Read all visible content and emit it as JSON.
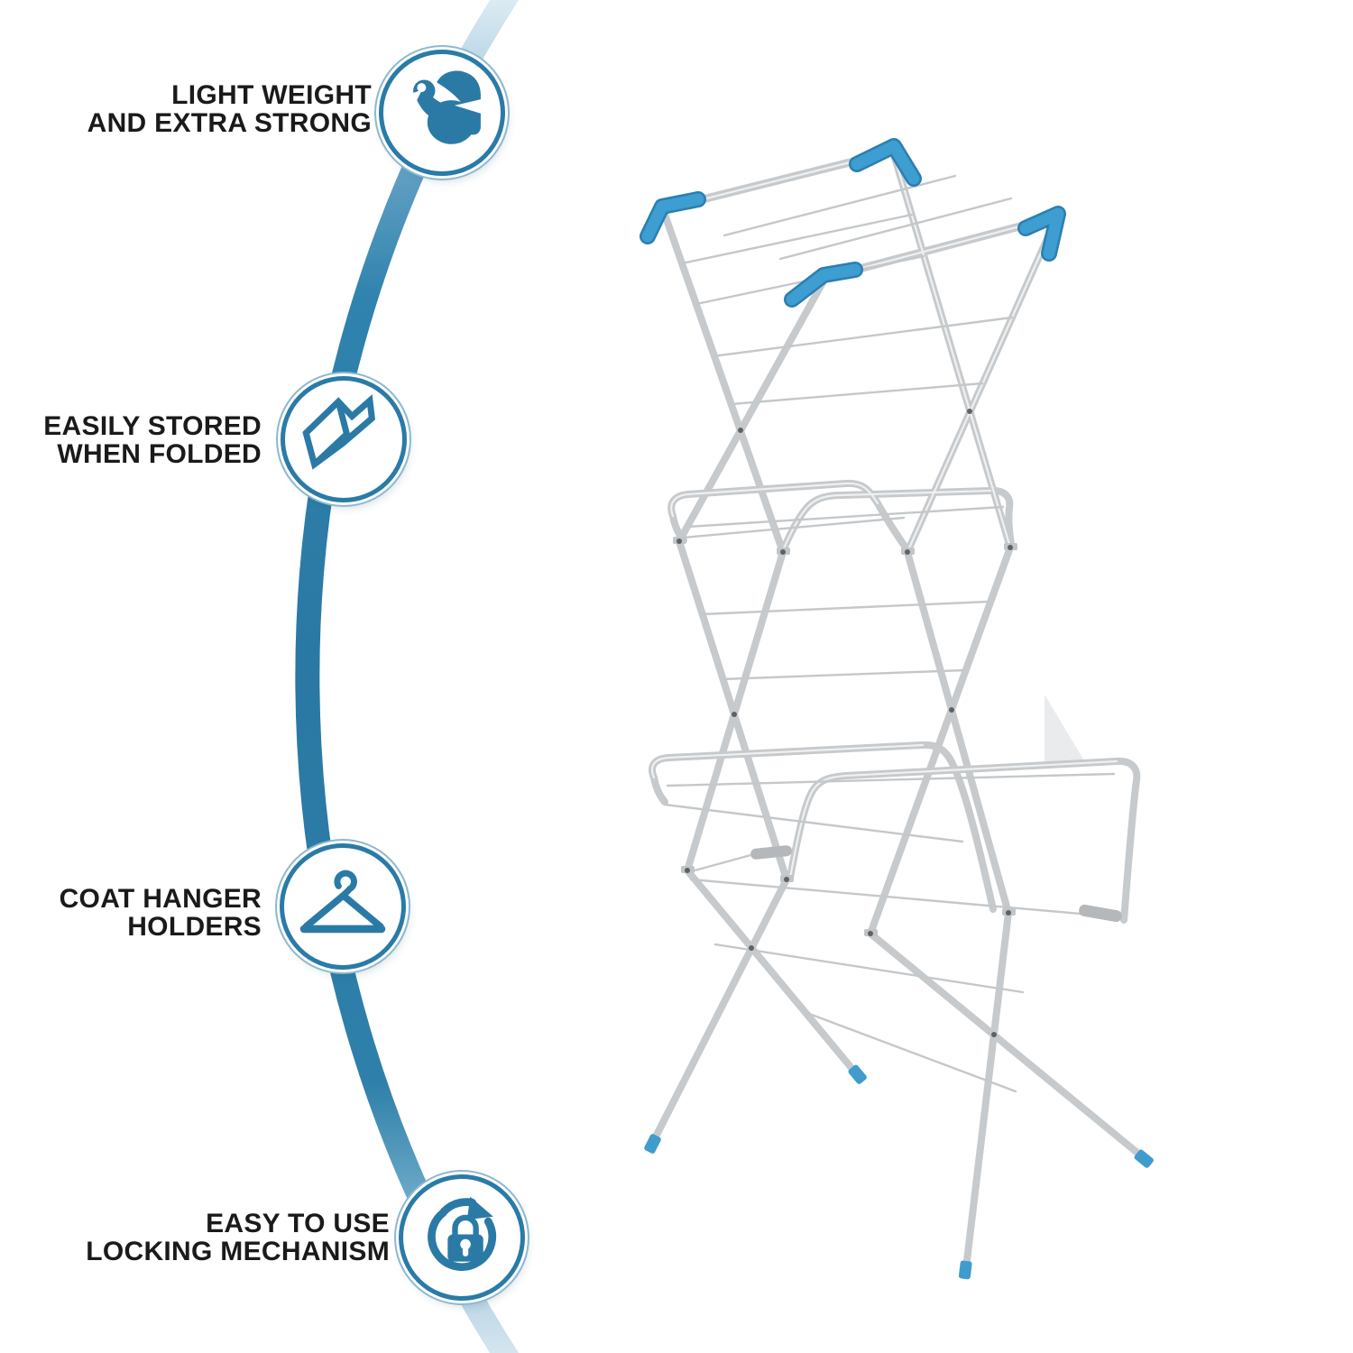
{
  "title": "Clothes drying rack feature infographic",
  "features": [
    {
      "line1": "LIGHT WEIGHT",
      "line2": "AND EXTRA STRONG",
      "icon": "muscle-icon"
    },
    {
      "line1": "EASILY STORED",
      "line2": "WHEN FOLDED",
      "icon": "folded-panels-icon"
    },
    {
      "line1": "COAT HANGER",
      "line2": "HOLDERS",
      "icon": "coat-hanger-icon"
    },
    {
      "line1": "EASY TO USE",
      "line2": "LOCKING MECHANISM",
      "icon": "lock-rotate-icon"
    }
  ],
  "product": {
    "description": "3-tier folding concertina clothes drying rack with blue corner caps and feet"
  },
  "colors": {
    "accent_blue": "#2a7ba7",
    "icon_glyph_blue": "#2b7aa6",
    "curve_mid_blue": "#2878a4",
    "curve_light_blue": "#cfe2ec",
    "cap_blue": "#3e9dd1",
    "foot_blue": "#4aa3d0",
    "tube_grey": "#c7cacc",
    "wire_grey": "#c4c8ca",
    "text_black": "#1a1a1a"
  }
}
